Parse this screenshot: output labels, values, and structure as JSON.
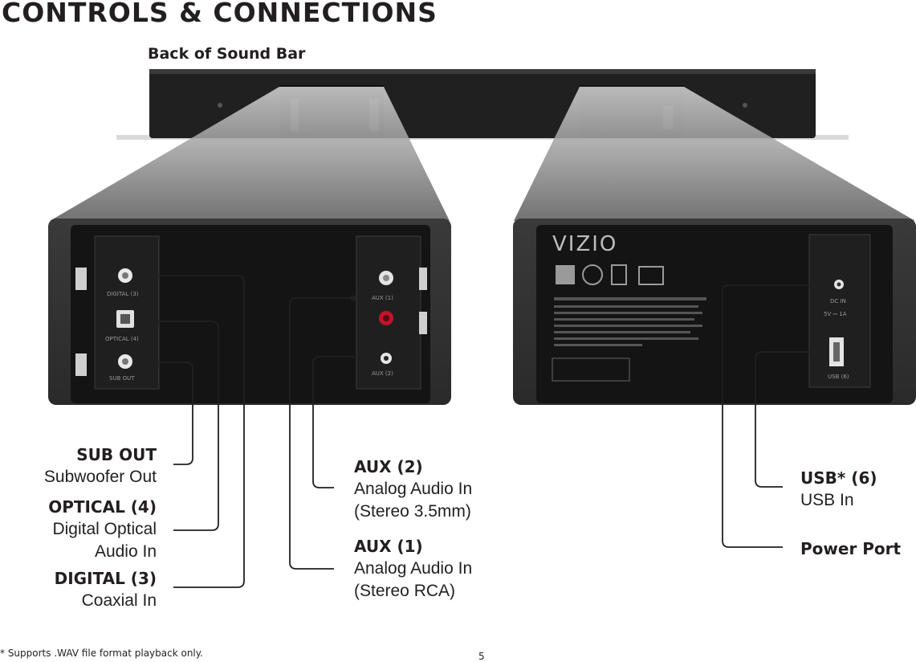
{
  "page": {
    "title": "CONTROLS & CONNECTIONS",
    "subtitle": "Back of Sound Bar",
    "footnote": "*   Supports .WAV file format playback only.",
    "page_number": "5"
  },
  "left_panel": {
    "port_labels": [
      "DIGITAL (3)",
      "OPTICAL (4)",
      "SUB OUT",
      "AUX (1)",
      "AUX (2)"
    ]
  },
  "right_panel": {
    "brand": "VIZIO",
    "port_labels": [
      "DC IN",
      "5V ⎓ 1A",
      "USB (6)"
    ]
  },
  "callouts": {
    "sub_out": {
      "heading": "SUB OUT",
      "desc": "Subwoofer Out"
    },
    "optical": {
      "heading": "OPTICAL (4)",
      "desc_line1": "Digital Optical",
      "desc_line2": "Audio In"
    },
    "digital": {
      "heading": "DIGITAL (3)",
      "desc": "Coaxial In"
    },
    "aux2": {
      "heading": "AUX (2)",
      "desc_line1": "Analog Audio In",
      "desc_line2": "(Stereo 3.5mm)"
    },
    "aux1": {
      "heading": "AUX (1)",
      "desc_line1": "Analog Audio In",
      "desc_line2": "(Stereo RCA)"
    },
    "usb": {
      "heading": "USB* (6)",
      "desc": "USB In"
    },
    "power": {
      "heading": "Power Port"
    }
  }
}
